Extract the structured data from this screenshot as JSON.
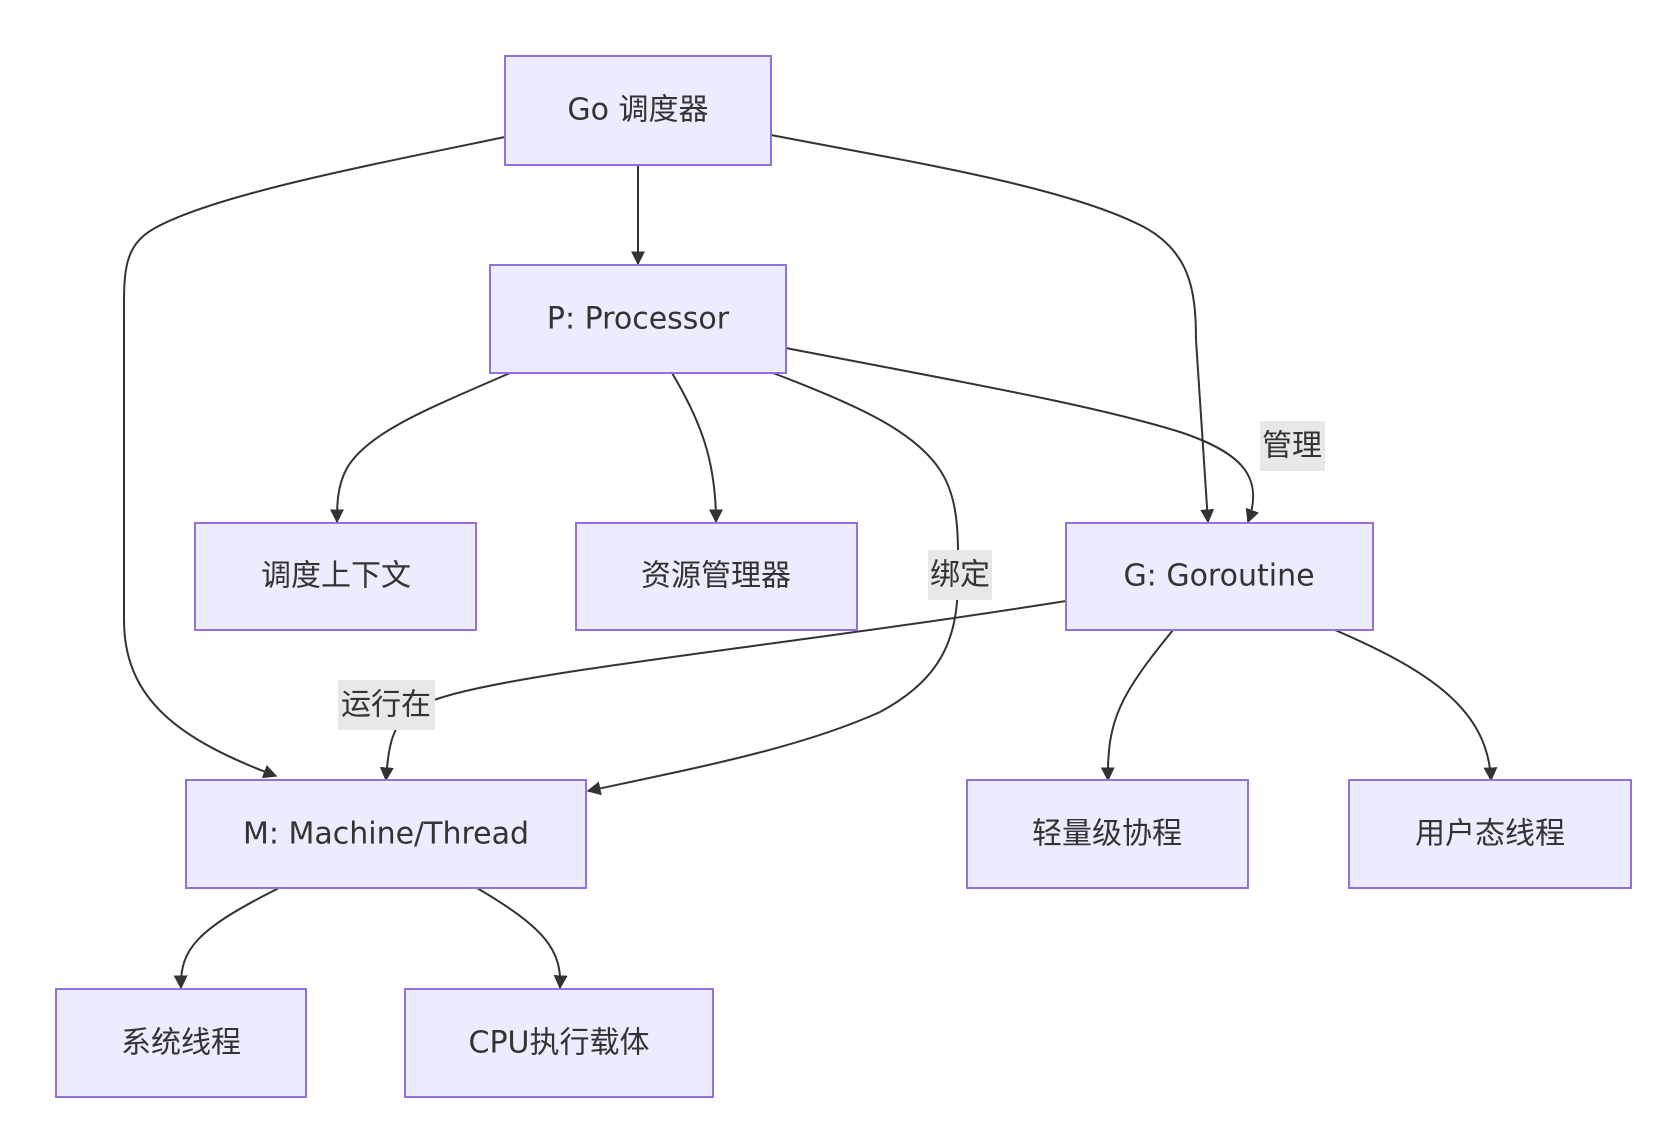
{
  "nodes": {
    "go_scheduler": "Go 调度器",
    "processor": "P: Processor",
    "goroutine": "G: Goroutine",
    "machine": "M: Machine/Thread",
    "sched_context": "调度上下文",
    "resource_manager": "资源管理器",
    "lightweight_coroutine": "轻量级协程",
    "user_thread": "用户态线程",
    "system_thread": "系统线程",
    "cpu_carrier": "CPU执行载体"
  },
  "edge_labels": {
    "manage": "管理",
    "bind": "绑定",
    "run_on": "运行在"
  },
  "colors": {
    "node_fill": "#ececff",
    "node_stroke": "#9370db",
    "edge": "#333333",
    "label_bg": "#e8e8e8"
  }
}
